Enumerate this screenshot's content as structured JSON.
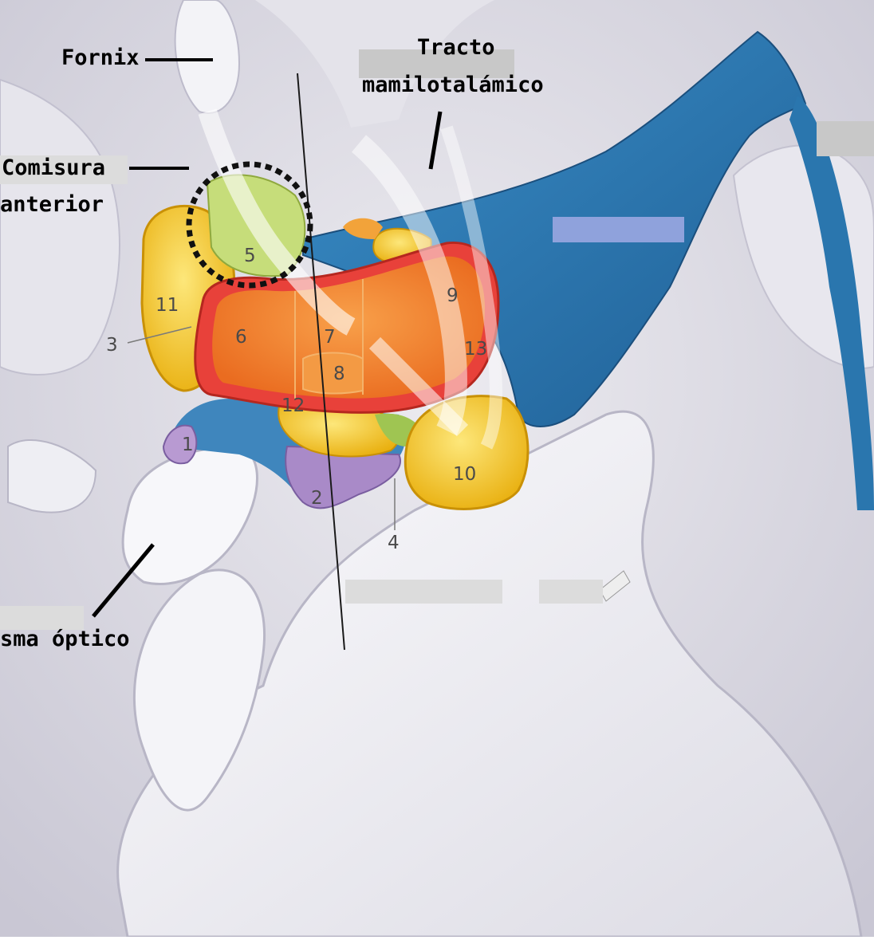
{
  "labels": {
    "fornix": "Fornix",
    "tracto_line1": "Tracto",
    "tracto_line2": "mamilotalámico",
    "comisura_line1": "Comisura",
    "comisura_line2": "anterior",
    "quiasma": "sma óptico"
  },
  "numbers": {
    "n1": "1",
    "n2": "2",
    "n3": "3",
    "n4": "4",
    "n5": "5",
    "n6": "6",
    "n7": "7",
    "n8": "8",
    "n9": "9",
    "n10": "10",
    "n11": "11",
    "n12": "12",
    "n13": "13"
  },
  "colors": {
    "background_tissue": "#d9d8e2",
    "ventricle_blue": "#2f7fb8",
    "nucleus_orange": "#f07a2a",
    "nucleus_red": "#e8413a",
    "nucleus_yellow": "#f4c516",
    "nucleus_green": "#b5cf5a",
    "nucleus_purple": "#a98ac8",
    "label_box_gray": "#c8c8c8",
    "label_box_blue": "#8fa2dc",
    "highlight_circle": "#111111"
  }
}
